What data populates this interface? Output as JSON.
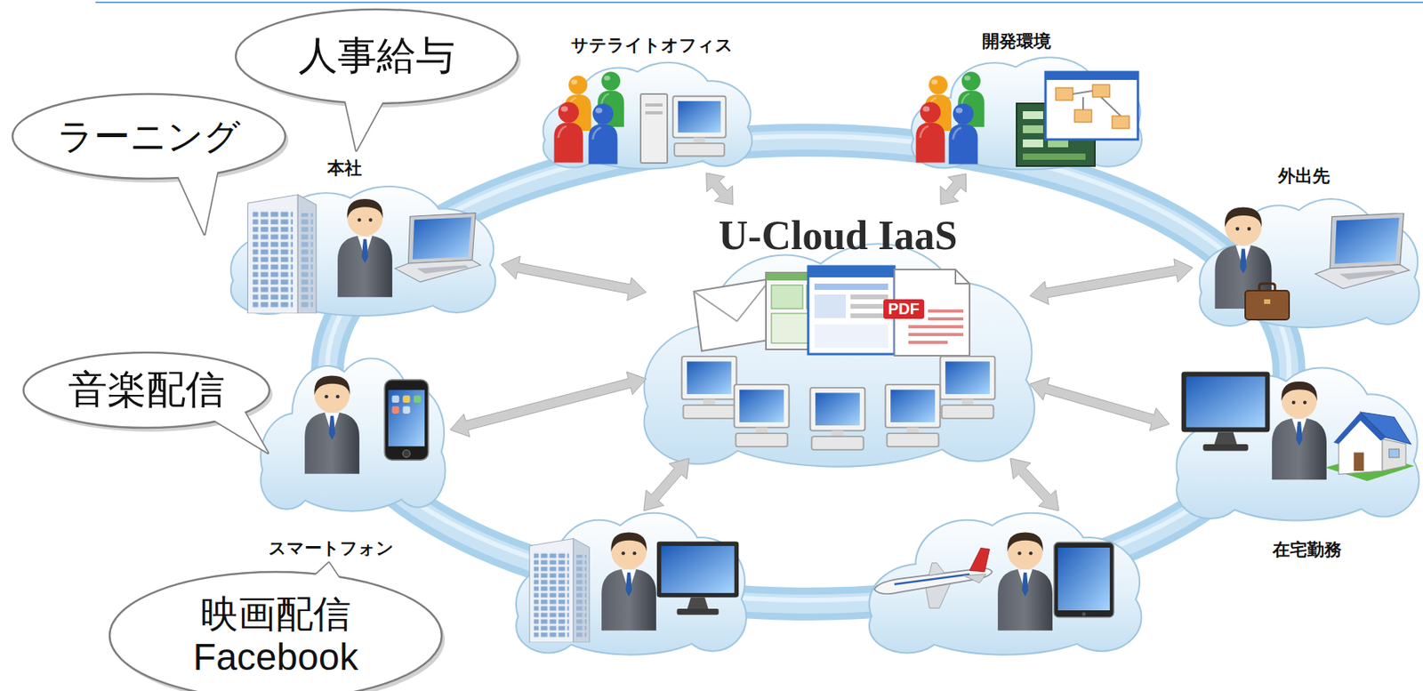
{
  "diagram": {
    "nodes": [
      {
        "text": [
          "人事給与"
        ]
      },
      {
        "text": [
          "サテライトオフィス"
        ]
      },
      {
        "text": [
          "開発環境"
        ]
      },
      {
        "text": [
          "ラーニング"
        ]
      },
      {
        "text": [
          "本社"
        ]
      },
      {
        "text": [
          "外出先"
        ]
      },
      {
        "text": [
          "U-Cloud IaaS"
        ]
      },
      {
        "text": [
          "音楽配信"
        ]
      },
      {
        "text": [
          "スマートフォン"
        ]
      },
      {
        "text": [
          "在宅勤務"
        ]
      },
      {
        "text": [
          "映画配信 Facebook"
        ]
      }
    ],
    "edges": [
      {
        "from": 6,
        "to": 4,
        "arrow": "both"
      },
      {
        "from": 6,
        "to": 1,
        "arrow": "both"
      },
      {
        "from": 6,
        "to": 2,
        "arrow": "both"
      },
      {
        "from": 6,
        "to": 5,
        "arrow": "both"
      },
      {
        "from": 6,
        "to": 9,
        "arrow": "both"
      },
      {
        "from": 6,
        "to": 8,
        "arrow": "both"
      }
    ],
    "labels": [
      "PDF"
    ]
  }
}
